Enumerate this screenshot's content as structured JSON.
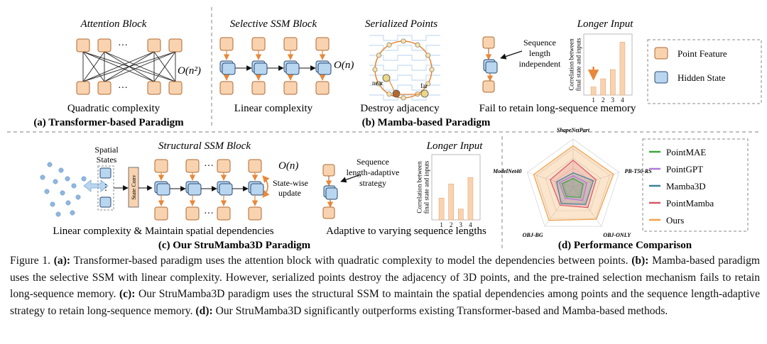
{
  "panel_a": {
    "title": "Attention Block",
    "ellipsis": "···",
    "complexity": "O(n²)",
    "desc": "Quadratic complexity",
    "label": "(a) Transformer-based Paradigm"
  },
  "panel_b": {
    "ssm_title": "Selective SSM Block",
    "ssm_complexity": "O(n)",
    "ssm_desc": "Linear complexity",
    "ser_title": "Serialized Points",
    "near": "near",
    "far": "far",
    "ser_desc": "Destroy adjacency",
    "seq_text": [
      "Sequence",
      "length",
      "independent"
    ],
    "long_title": "Longer Input",
    "fail_desc": "Fail to retain long-sequence memory",
    "label": "(b) Mamba-based Paradigm"
  },
  "legend": {
    "point_feature": "Point Feature",
    "hidden_state": "Hidden State",
    "colors": {
      "point": "#f9d3b0",
      "point_stroke": "#b06a30",
      "hidden": "#b9d6f0",
      "hidden_stroke": "#2a4a70"
    }
  },
  "panel_c": {
    "title": "Structural SSM Block",
    "spatial_states": [
      "Spatial",
      "States"
    ],
    "state_conv": "State Conv",
    "complexity": "O(n)",
    "update": [
      "State-wise",
      "update"
    ],
    "seq_text": [
      "Sequence",
      "length-adaptive",
      "strategy"
    ],
    "long_title": "Longer Input",
    "desc_left": "Linear complexity & Maintain spatial dependencies",
    "desc_right": "Adaptive to varying sequence lengths",
    "label": "(c) Our StruMamba3D Paradigm"
  },
  "panel_d": {
    "label": "(d) Performance Comparison",
    "legend": [
      {
        "name": "PointMAE",
        "color": "#3aa83a"
      },
      {
        "name": "PointGPT",
        "color": "#b07ad8"
      },
      {
        "name": "Mamba3D",
        "color": "#3d7f9a"
      },
      {
        "name": "PointMamba",
        "color": "#d9546a"
      },
      {
        "name": "Ours",
        "color": "#f2a04a"
      }
    ]
  },
  "chart_data": [
    {
      "type": "bar",
      "title": "Longer Input",
      "ylabel": "Correlation between final state and inputs",
      "categories": [
        "1",
        "2",
        "3",
        "4"
      ],
      "values": [
        0.08,
        0.16,
        0.25,
        0.52
      ],
      "ylim": [
        0,
        0.6
      ],
      "annotation": "down-arrow-over-first-bar"
    },
    {
      "type": "bar",
      "title": "Longer Input",
      "ylabel": "Correlation between final state and inputs",
      "categories": [
        "1",
        "2",
        "3",
        "4"
      ],
      "values": [
        0.2,
        0.33,
        0.1,
        0.39
      ],
      "ylim": [
        0,
        0.6
      ]
    },
    {
      "type": "radar",
      "axes": [
        "ShapeNetPart",
        "PB-T50-RS",
        "OBJ-ONLY",
        "OBJ-BG",
        "ModelNet40"
      ],
      "series": [
        {
          "name": "Ours",
          "values": [
            0.86,
            0.88,
            0.82,
            0.85,
            0.86
          ]
        },
        {
          "name": "PointMamba",
          "values": [
            0.56,
            0.5,
            0.52,
            0.46,
            0.5
          ]
        },
        {
          "name": "Mamba3D",
          "values": [
            0.3,
            0.44,
            0.44,
            0.42,
            0.36
          ]
        },
        {
          "name": "PointGPT",
          "values": [
            0.24,
            0.3,
            0.34,
            0.28,
            0.3
          ]
        },
        {
          "name": "PointMAE",
          "values": [
            0.18,
            0.22,
            0.26,
            0.24,
            0.24
          ]
        }
      ]
    }
  ],
  "caption": {
    "lead": "Figure 1. ",
    "a_tag": "(a):",
    "a_text": " Transformer-based paradigm uses the attention block with quadratic complexity to model the dependencies between points.",
    "b_tag": "(b):",
    "b_text": " Mamba-based paradigm uses the selective SSM with linear complexity. However, serialized points destroy the adjacency of 3D points, and the pre-trained selection mechanism fails to retain long-sequence memory.",
    "c_tag": "(c):",
    "c_text": " Our StruMamba3D paradigm uses the structural SSM to maintain the spatial dependencies among points and the sequence length-adaptive strategy to retain long-sequence memory.",
    "d_tag": "(d):",
    "d_text": " Our StruMamba3D significantly outperforms existing Transformer-based and Mamba-based methods."
  }
}
